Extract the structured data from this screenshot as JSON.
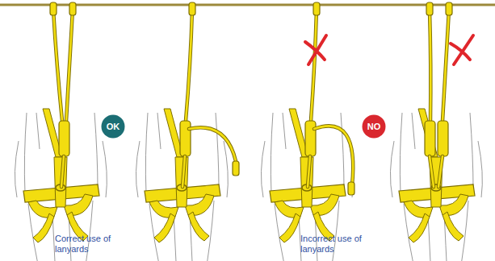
{
  "diagram": {
    "nodes": [
      {
        "text": [
          "OK"
        ]
      },
      {
        "text": [
          "NO"
        ]
      }
    ],
    "labels": [
      "Correct use of lanyards",
      "Incorrect use of lanyards"
    ]
  }
}
